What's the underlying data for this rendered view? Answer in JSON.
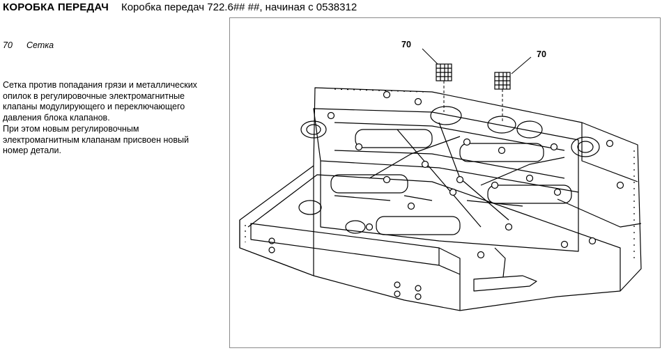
{
  "header": {
    "section_title": "КОРОБКА ПЕРЕДАЧ",
    "subtitle": "Коробка передач 722.6## ##, начиная с 0538312"
  },
  "item": {
    "number": "70",
    "name": "Сетка"
  },
  "description": {
    "paragraph1": "Сетка против попадания грязи и металлических опилок в регулировочные электромагнитные клапаны модулирующего и переключающего давления блока клапанов.",
    "paragraph2": "При этом новым регулировочным электромагнитным клапанам присвоен новый номер детали."
  },
  "figure": {
    "callouts": [
      "70",
      "70"
    ]
  }
}
